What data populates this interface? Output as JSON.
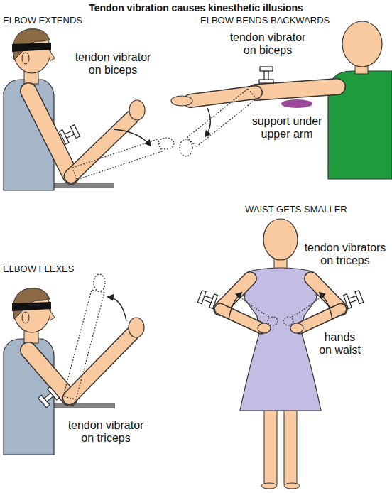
{
  "diagram": {
    "title": "Tendon vibration causes kinesthetic illusions",
    "labels": [
      "ELBOW EXTENDS",
      "tendon vibrator on biceps",
      "ELBOW BENDS BACKWARDS",
      "tendon vibrator on biceps",
      "support under upper arm",
      "ELBOW FLEXES",
      "tendon vibrator on triceps",
      "WAIST GETS SMALLER",
      "tendon vibrators on triceps",
      "hands on waist"
    ]
  }
}
